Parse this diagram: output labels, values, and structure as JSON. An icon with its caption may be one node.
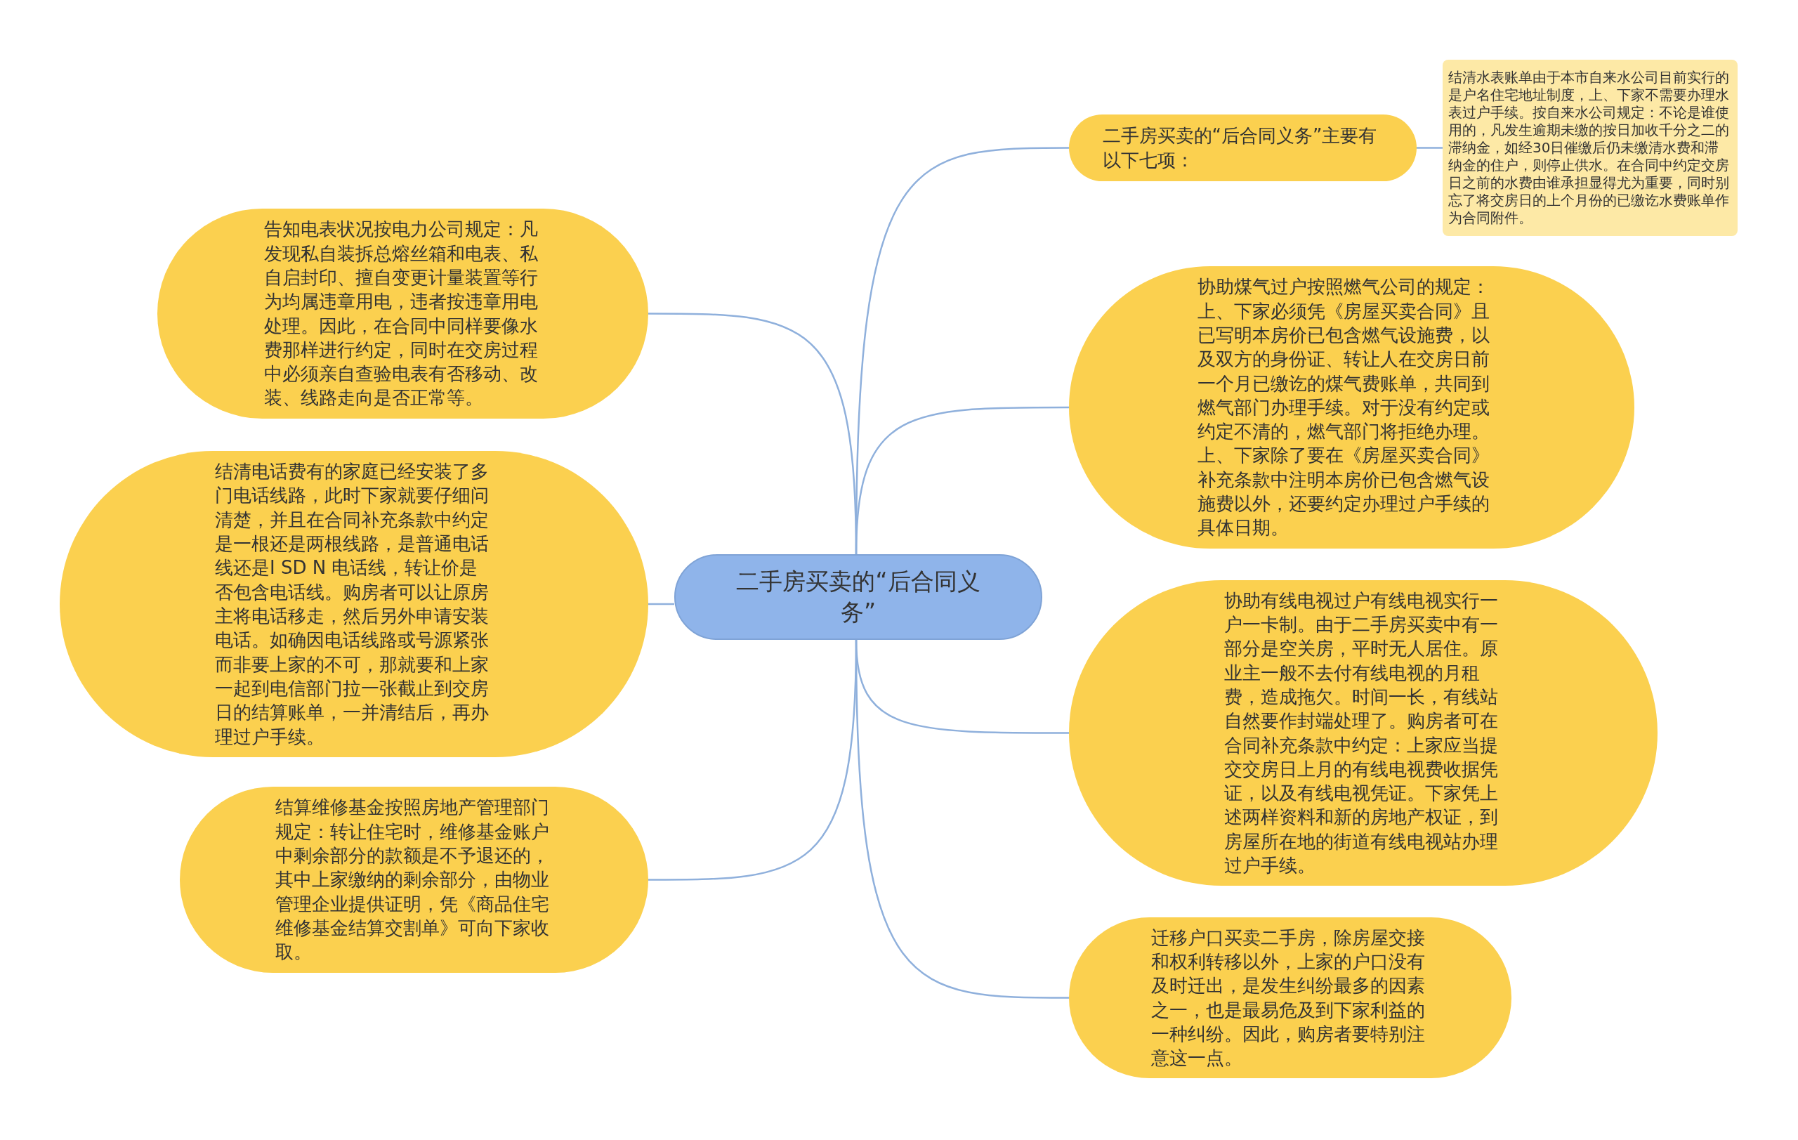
{
  "diagram": {
    "nodes": [
      {
        "text": [
          "二手房买卖的“后合同义务”"
        ]
      },
      {
        "text": [
          "二手房买卖的“后合同义务”主要有以下七项："
        ]
      },
      {
        "text": [
          "结清水表账单由于本市自来水公司目前实行的是户名住宅地址制度，上、下家不需要办理水表过户手续。按自来水公司规定：不论是谁使用的，凡发生逾期未缴的按日加收千分之二的滞纳金，如经30日催缴后仍未缴清水费和滞纳金的住户，则停止供水。在合同中约定交房日之前的水费由谁承担显得尤为重要，同时别忘了将交房日的上个月份的已缴讫水费账单作为合同附件。"
        ]
      },
      {
        "text": [
          "协助煤气过户按照燃气公司的规定：上、下家必须凭《房屋买卖合同》且已写明本房价已包含燃气设施费，以及双方的身份证、转让人在交房日前一个月已缴讫的煤气费账单，共同到燃气部门办理手续。对于没有约定或约定不清的，燃气部门将拒绝办理。上、下家除了要在《房屋买卖合同》补充条款中注明本房价已包含燃气设施费以外，还要约定办理过户手续的具体日期。"
        ]
      },
      {
        "text": [
          "协助有线电视过户有线电视实行一户一卡制。由于二手房买卖中有一部分是空关房，平时无人居住。原业主一般不去付有线电视的月租费，造成拖欠。时间一长，有线站自然要作封端处理了。购房者可在合同补充条款中约定：上家应当提交交房日上月的有线电视费收据凭证，以及有线电视凭证。下家凭上述两样资料和新的房地产权证，到房屋所在地的街道有线电视站办理过户手续。"
        ]
      },
      {
        "text": [
          "迁移户口买卖二手房，除房屋交接和权利转移以外，上家的户口没有及时迁出，是发生纠纷最多的因素之一，也是最易危及到下家利益的一种纠纷。因此，购房者要特别注意这一点。"
        ]
      },
      {
        "text": [
          "告知电表状况按电力公司规定：凡发现私自装拆总熔丝箱和电表、私自启封印、擅自变更计量装置等行为均属违章用电，违者按违章用电处理。因此，在合同中同样要像水费那样进行约定，同时在交房过程中必须亲自查验电表有否移动、改装、线路走向是否正常等。"
        ]
      },
      {
        "text": [
          "结清电话费有的家庭已经安装了多门电话线路，此时下家就要仔细问清楚，并且在合同补充条款中约定是一根还是两根线路，是普通电话线还是I SD N 电话线，转让价是否包含电话线。购房者可以让原房主将电话移走，然后另外申请安装电话。如确因电话线路或号源紧张而非要上家的不可，那就要和上家一起到电信部门拉一张截止到交房日的结算账单，一并清结后，再办理过户手续。"
        ]
      },
      {
        "text": [
          "结算维修基金按照房地产管理部门规定：转让住宅时，维修基金账户中剩余部分的款额是不予退还的，其中上家缴纳的剩余部分，由物业管理企业提供证明，凭《商品住宅维修基金结算交割单》可向下家收取。"
        ]
      }
    ],
    "edges": [
      {
        "from": 0,
        "to": 1,
        "arrow": "none"
      },
      {
        "from": 1,
        "to": 2,
        "arrow": "none"
      },
      {
        "from": 0,
        "to": 3,
        "arrow": "none"
      },
      {
        "from": 0,
        "to": 4,
        "arrow": "none"
      },
      {
        "from": 0,
        "to": 5,
        "arrow": "none"
      },
      {
        "from": 0,
        "to": 6,
        "arrow": "none"
      },
      {
        "from": 0,
        "to": 7,
        "arrow": "none"
      },
      {
        "from": 0,
        "to": 8,
        "arrow": "none"
      }
    ]
  }
}
